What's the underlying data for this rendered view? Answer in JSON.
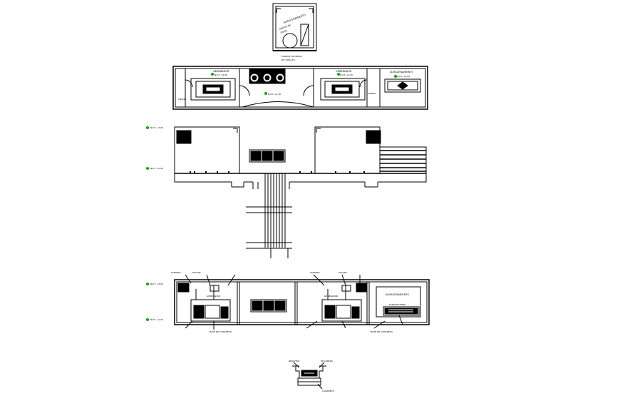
{
  "drawing": {
    "detail_top_label": "ALMACENAMIENTO",
    "detail_top_sub1": "TANQUE DE",
    "detail_top_sub2": "DIESEL",
    "detail_top_note1": "TANQUE DE DIESEL",
    "detail_top_note2": "DE 1000 LTS.",
    "plan_gen1_title": "GENERADOR",
    "plan_gen1_sub": "N.P.T. +0.60",
    "plan_gen2_title": "GENERADOR",
    "plan_gen2_sub": "N.P.T. +0.60",
    "plan_storage_title": "ALMACENAMIENTO",
    "plan_storage_sub": "N.P.T. +0.60",
    "plan_center_level": "N.P.T. +0.00",
    "plan_small_left": "TABLERO",
    "plan_small_right": "TABLERO",
    "elev_level_top": "N.P.T. +3.00",
    "elev_level_bottom": "N.P.T. +0.00",
    "sec_level_top": "N.P.T. +3.00",
    "sec_level_bottom": "N.P.T. +0.00",
    "sec_gen1": "GENERADOR",
    "sec_gen2": "GENERADOR",
    "sec_storage": "ALMACENAMIENTO",
    "sec_tank": "TANQUE DIESEL",
    "sec_note_a": "TABLERO",
    "sec_note_b": "ESCAPE",
    "sec_note_c": "TABLERO",
    "sec_note_d": "ESCAPE",
    "sec_note_e": "BASE DE CONCRETO",
    "sec_note_f": "BASE DE CONCRETO",
    "bottom_note1": "REGISTRO",
    "bottom_note2": "DE CABLES",
    "bottom_note3": "CONCRETO"
  },
  "colors": {
    "line": "#000000",
    "accent": "#00b000",
    "background": "#ffffff"
  }
}
